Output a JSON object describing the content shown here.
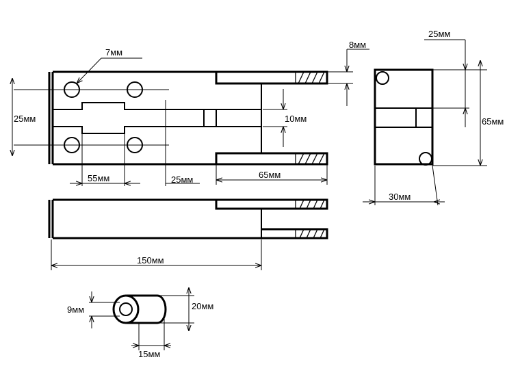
{
  "dimensions": {
    "hole_diameter": "7мм",
    "end_thickness": "8мм",
    "top_width_right": "25мм",
    "block_height": "65мм",
    "left_height": "25мм",
    "slot_height": "10мм",
    "hole_spacing": "55мм",
    "hole_offset": "25мм",
    "fork_length": "65мм",
    "block_width": "30мм",
    "total_length": "150мм",
    "bushing_inner": "9мм",
    "bushing_outer": "20мм",
    "bushing_length": "15мм"
  },
  "colors": {
    "line": "#000000",
    "background": "#ffffff"
  }
}
